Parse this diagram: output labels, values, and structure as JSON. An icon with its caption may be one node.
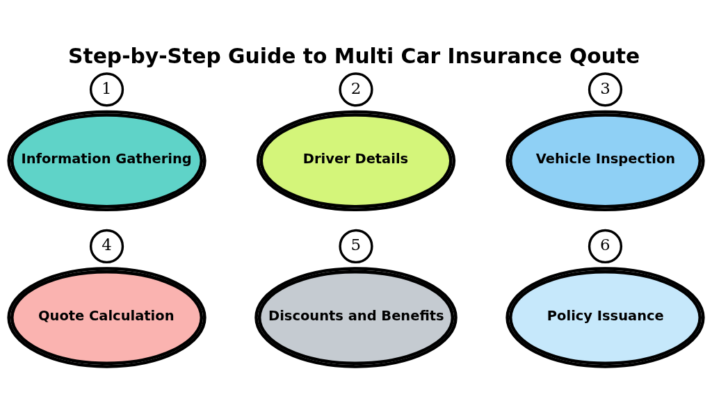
{
  "diagram": {
    "title": "Step-by-Step Guide to Multi Car Insurance Qoute",
    "nodes": [
      {
        "text": [
          "1"
        ]
      },
      {
        "text": [
          "Information Gathering"
        ]
      },
      {
        "text": [
          "2"
        ]
      },
      {
        "text": [
          "Driver Details"
        ]
      },
      {
        "text": [
          "3"
        ]
      },
      {
        "text": [
          "Vehicle Inspection"
        ]
      },
      {
        "text": [
          "4"
        ]
      },
      {
        "text": [
          "Quote Calculation"
        ]
      },
      {
        "text": [
          "5"
        ]
      },
      {
        "text": [
          "Discounts and Benefits"
        ]
      },
      {
        "text": [
          "6"
        ]
      },
      {
        "text": [
          "Policy Issuance"
        ]
      }
    ]
  }
}
